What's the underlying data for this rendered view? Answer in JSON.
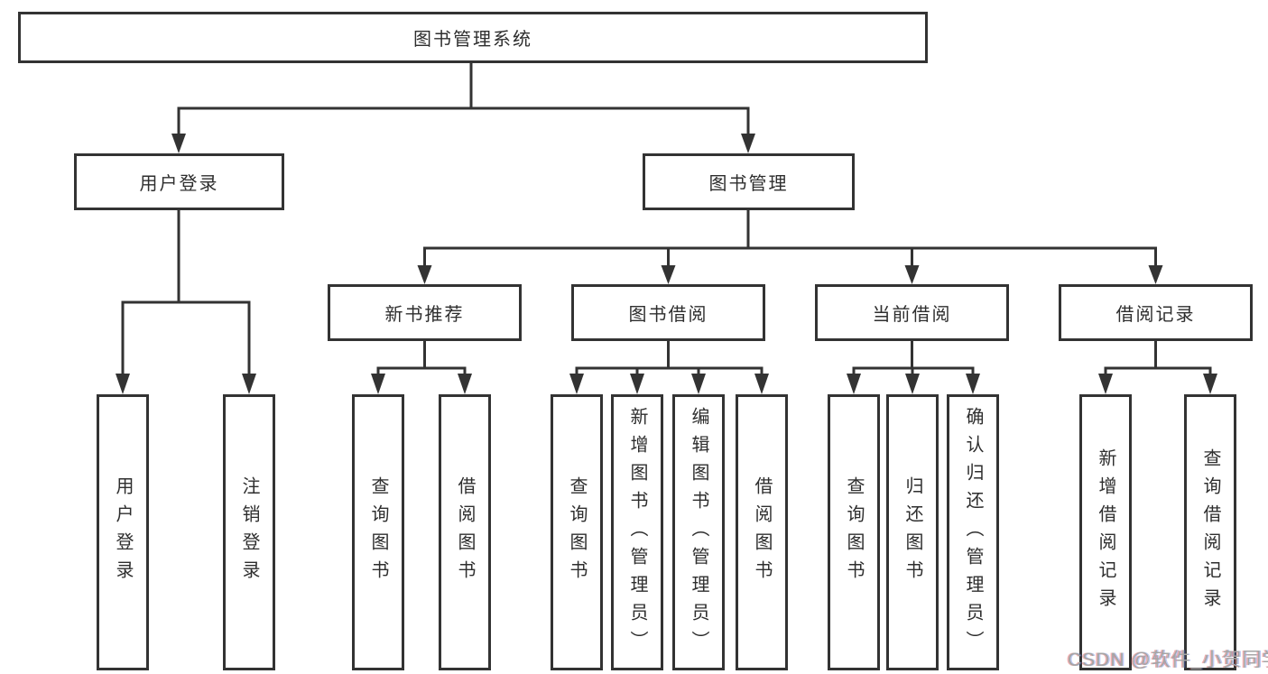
{
  "diagram": {
    "title": "图书管理系统",
    "root": {
      "label": "图书管理系统"
    },
    "level2": [
      {
        "id": "user-login",
        "label": "用户登录"
      },
      {
        "id": "book-management",
        "label": "图书管理"
      }
    ],
    "level3": [
      {
        "id": "new-book-recommend",
        "label": "新书推荐"
      },
      {
        "id": "book-borrow",
        "label": "图书借阅"
      },
      {
        "id": "current-borrow",
        "label": "当前借阅"
      },
      {
        "id": "borrow-records",
        "label": "借阅记录"
      }
    ],
    "leaves": {
      "user_login": [
        "用户登录",
        "注销登录"
      ],
      "new_book_recommend": [
        "查询图书",
        "借阅图书"
      ],
      "book_borrow": [
        "查询图书",
        "新增图书（管理员）",
        "编辑图书（管理员）",
        "借阅图书"
      ],
      "current_borrow": [
        "查询图书",
        "归还图书",
        "确认归还（管理员）"
      ],
      "borrow_records": [
        "新增借阅记录",
        "查询借阅记录"
      ]
    }
  },
  "watermark": {
    "text": "CSDN @软件_小贺同学"
  },
  "colors": {
    "line": "#333333",
    "border": "#333333",
    "text": "#2e2e2e",
    "background": "#ffffff",
    "watermark_gray": "#a5a5a5"
  }
}
